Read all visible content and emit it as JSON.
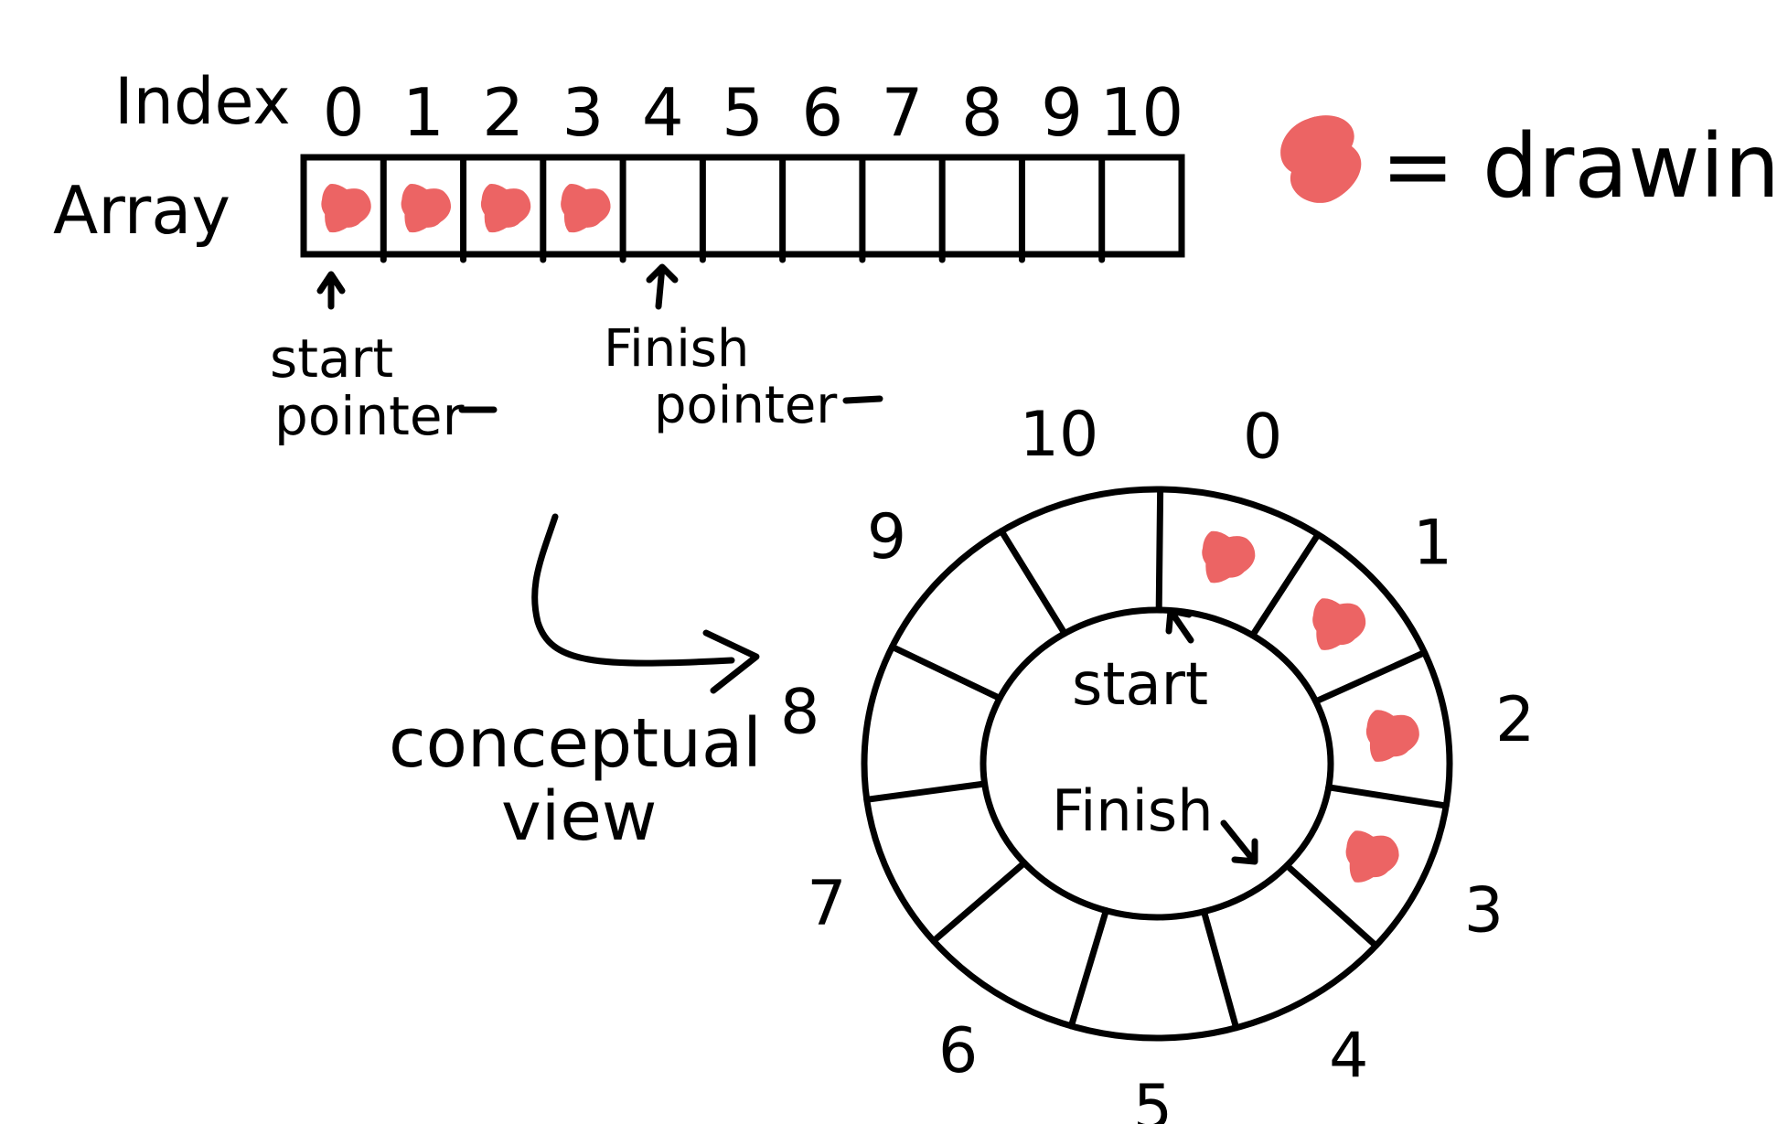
{
  "labels": {
    "index": "Index",
    "array": "Array",
    "start_pointer": [
      "start",
      "pointer"
    ],
    "finish_pointer": [
      "Finish",
      "pointer"
    ],
    "conceptual_view": [
      "conceptual",
      "view"
    ],
    "legend": "= drawing",
    "ring_start": "start",
    "ring_finish": "Finish"
  },
  "indices": [
    "0",
    "1",
    "2",
    "3",
    "4",
    "5",
    "6",
    "7",
    "8",
    "9",
    "10"
  ],
  "filled_slots": [
    0,
    1,
    2,
    3
  ],
  "start_index": 0,
  "finish_index": 4,
  "colors": {
    "ink": "#000000",
    "drawing": "#EC6464",
    "background": "#FFFFFF"
  }
}
